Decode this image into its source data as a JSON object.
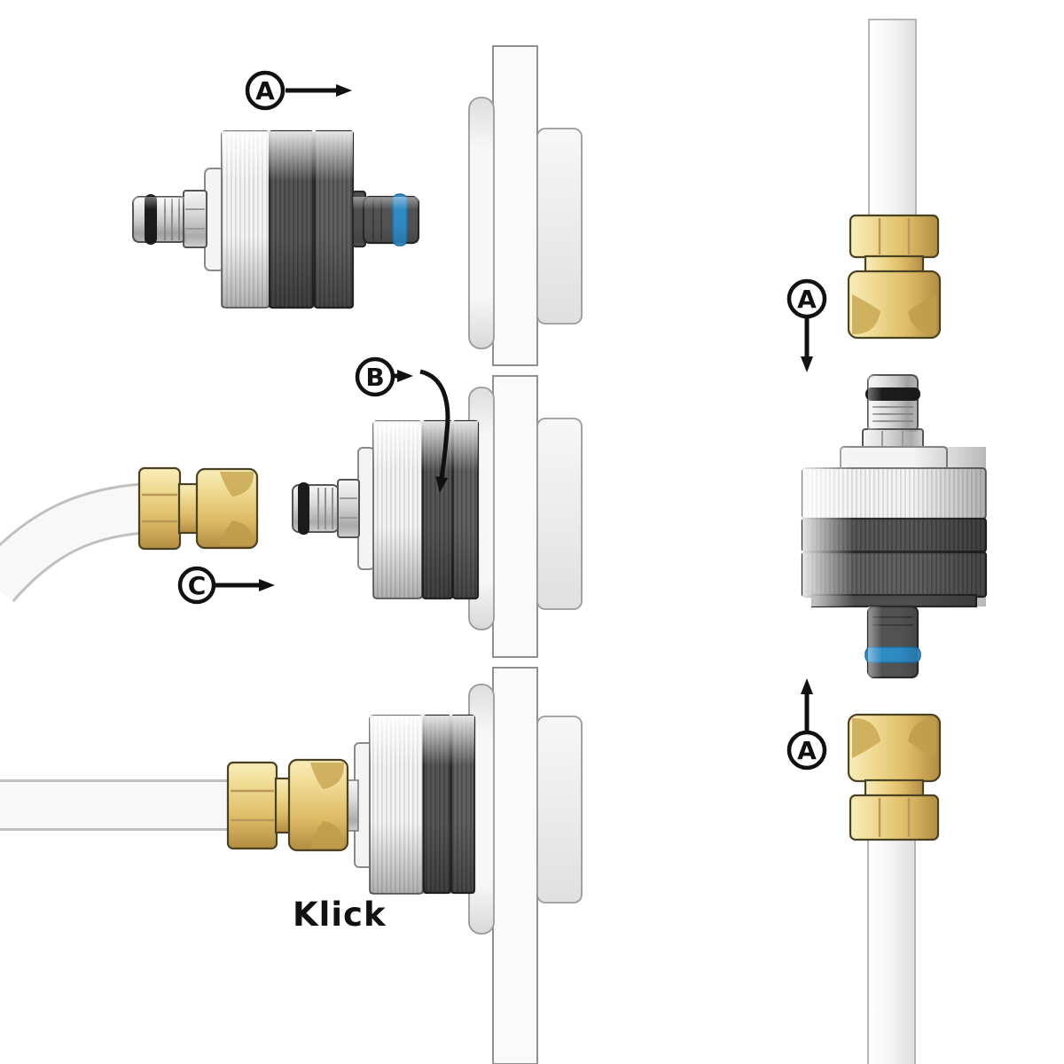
{
  "diagram": {
    "markers": {
      "left_top": "A",
      "rotate": "B",
      "connect": "C",
      "right_top": "A",
      "right_bottom": "A"
    },
    "click_label": "Klick"
  },
  "colors": {
    "label_color": "#111111",
    "brass_light": "#f8edba",
    "brass_mid": "#e6cc7e",
    "brass_dark": "#b28c42",
    "dark_body": "#575757",
    "dark_body_edge": "#2a2a2a",
    "blue_ring": "#2f8ac2",
    "metal_light": "#ececec",
    "metal_dark": "#a8a8a8",
    "o_ring": "#1c1c1c",
    "white_part": "#f4f4f4",
    "wall_fill": "#fafafa",
    "wall_stroke": "#909090",
    "hose_fill": "#f8f8f8",
    "hose_stroke": "#c0c0c0"
  }
}
